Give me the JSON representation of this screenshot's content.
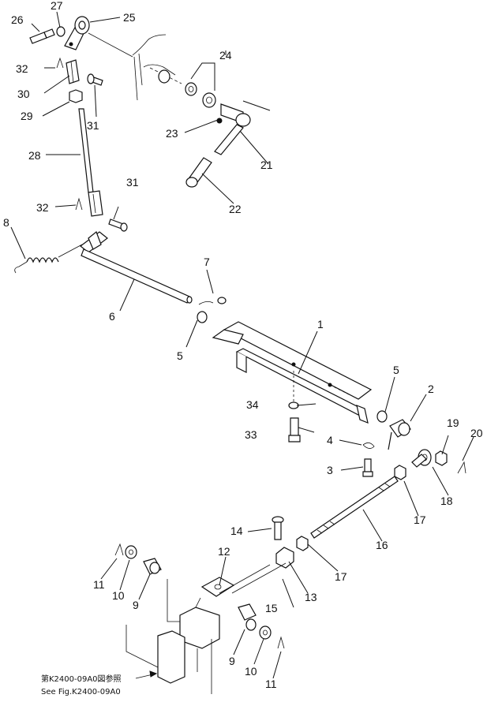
{
  "diagram": {
    "labels": [
      "1",
      "2",
      "3",
      "4",
      "5",
      "5",
      "6",
      "7",
      "8",
      "9",
      "9",
      "10",
      "10",
      "11",
      "11",
      "12",
      "13",
      "14",
      "15",
      "16",
      "17",
      "17",
      "18",
      "19",
      "20",
      "21",
      "22",
      "23",
      "24",
      "25",
      "26",
      "27",
      "28",
      "29",
      "30",
      "31",
      "31",
      "32",
      "32",
      "33",
      "34"
    ],
    "note_jp": "第K2400-09A0図参照",
    "note_en": "See Fig.K2400-09A0"
  },
  "colors": {
    "ink": "#111111",
    "paper": "#ffffff"
  }
}
